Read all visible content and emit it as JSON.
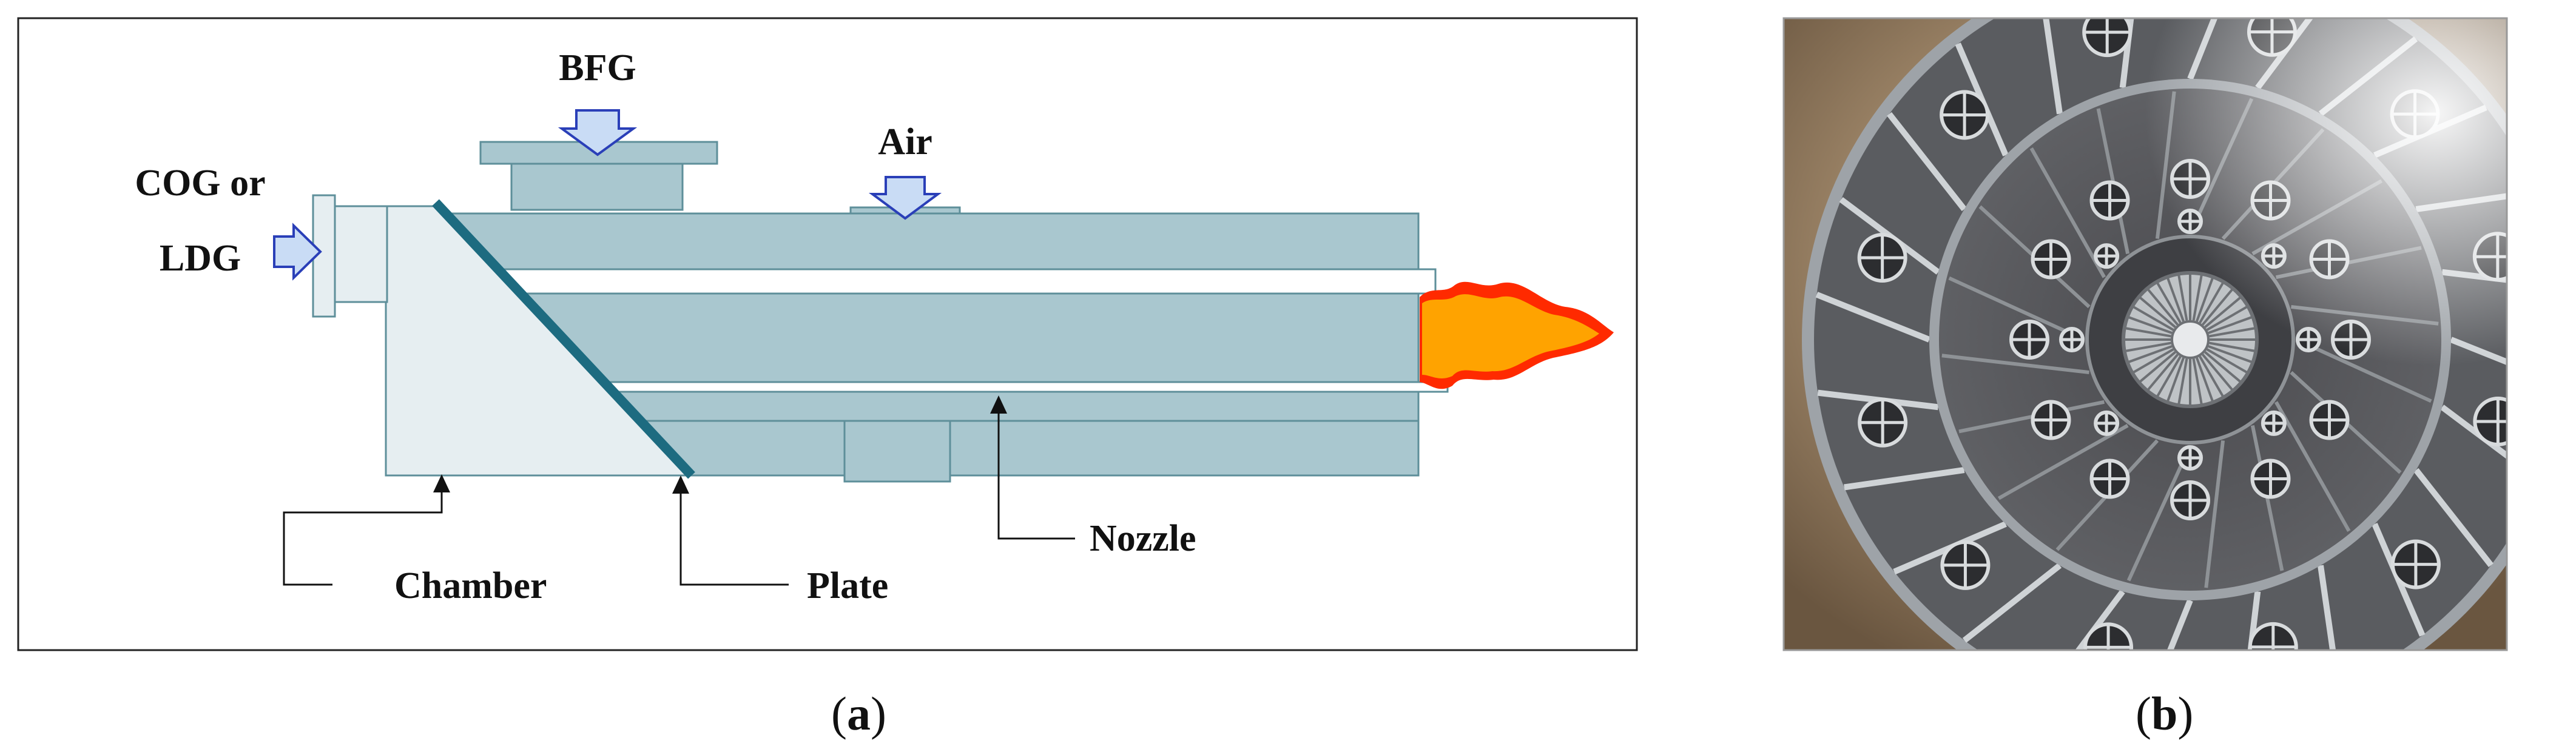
{
  "figure_a": {
    "labels": {
      "cog": "COG or",
      "ldg": "LDG",
      "bfg": "BFG",
      "air": "Air",
      "nozzle": "Nozzle",
      "chamber": "Chamber",
      "plate": "Plate"
    },
    "caption": {
      "open": "(",
      "letter": "a",
      "close": ")"
    },
    "colors": {
      "pipe": "#a9c7cf",
      "pipe_stroke": "#5e8f9a",
      "chamber": "#e6eef1",
      "plate": "#1d6b80",
      "arrow_fill": "#c9dcf5",
      "arrow_stroke": "#2a3fb8",
      "flame_outer": "#ff2a00",
      "flame_inner": "#ffa300"
    },
    "icons": {
      "bfg_arrow": "down-arrow-icon",
      "air_arrow": "down-arrow-icon",
      "cog_arrow": "right-arrow-icon",
      "flame": "flame-icon",
      "leader_arrow": "up-arrow-icon"
    }
  },
  "figure_b": {
    "caption": {
      "open": "(",
      "letter": "b",
      "close": ")"
    },
    "icons": {
      "photo": "burner-nozzle-photo"
    }
  }
}
